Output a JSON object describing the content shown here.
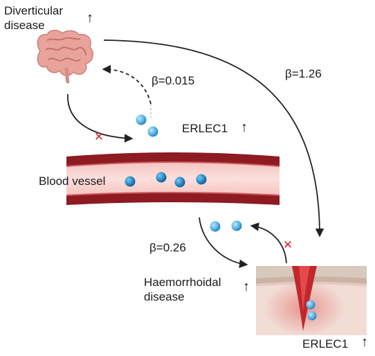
{
  "labels": {
    "diverticular": "Diverticular\ndisease",
    "haemorrhoidal": "Haemorrhoidal\ndisease",
    "blood_vessel": "Blood vessel",
    "erlec1_top": "ERLEC1",
    "erlec1_bottom": "ERLEC1"
  },
  "indicators": {
    "up": "↑"
  },
  "effects": {
    "reverse_top": "β=0.015",
    "diverticular_to_haemorrhoidal": "β=1.26",
    "haemorrhoidal_from_vessel": "β=0.26"
  },
  "markers": {
    "blocked": "✕"
  },
  "icons": [
    "colon-icon",
    "skin-tissue-bleeding-icon",
    "protein-dot-icon"
  ],
  "colors": {
    "vessel_wall": "#8e1a22",
    "vessel_lumen": "#f6c8c4",
    "protein": "#37a4d9",
    "blocked": "#e0262a",
    "arrow": "#222222",
    "blood": "#c1272d"
  }
}
